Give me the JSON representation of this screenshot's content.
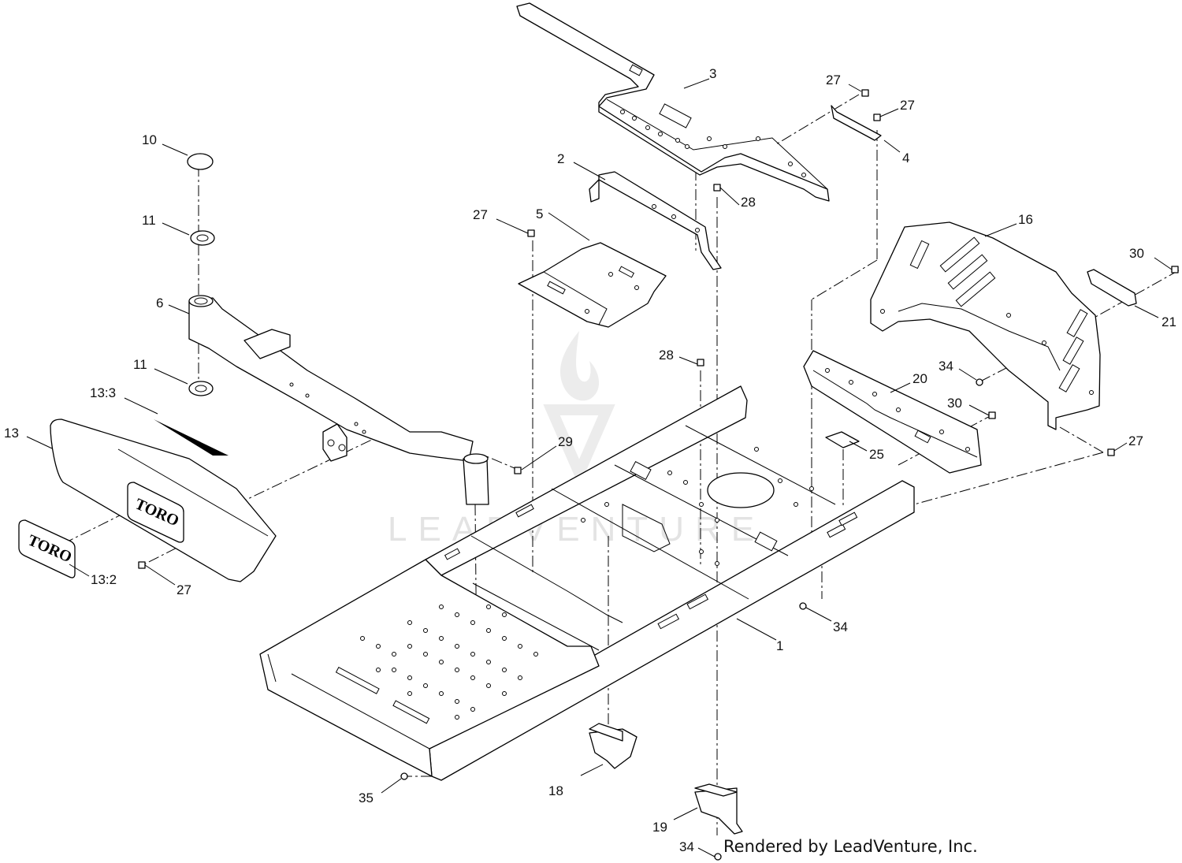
{
  "watermark": {
    "text": "LEADVENTURE"
  },
  "credit": "Rendered by LeadVenture, Inc.",
  "logo_text": "TORO",
  "callouts": [
    {
      "id": "c1",
      "label": "1"
    },
    {
      "id": "c2",
      "label": "2"
    },
    {
      "id": "c3",
      "label": "3"
    },
    {
      "id": "c4",
      "label": "4"
    },
    {
      "id": "c5",
      "label": "5"
    },
    {
      "id": "c6",
      "label": "6"
    },
    {
      "id": "c10",
      "label": "10"
    },
    {
      "id": "c11a",
      "label": "11"
    },
    {
      "id": "c11b",
      "label": "11"
    },
    {
      "id": "c13",
      "label": "13"
    },
    {
      "id": "c13_2",
      "label": "13:2"
    },
    {
      "id": "c13_3",
      "label": "13:3"
    },
    {
      "id": "c16",
      "label": "16"
    },
    {
      "id": "c18",
      "label": "18"
    },
    {
      "id": "c19",
      "label": "19"
    },
    {
      "id": "c20",
      "label": "20"
    },
    {
      "id": "c21",
      "label": "21"
    },
    {
      "id": "c25",
      "label": "25"
    },
    {
      "id": "c27a",
      "label": "27"
    },
    {
      "id": "c27b",
      "label": "27"
    },
    {
      "id": "c27c",
      "label": "27"
    },
    {
      "id": "c27d",
      "label": "27"
    },
    {
      "id": "c27e",
      "label": "27"
    },
    {
      "id": "c28a",
      "label": "28"
    },
    {
      "id": "c28b",
      "label": "28"
    },
    {
      "id": "c29",
      "label": "29"
    },
    {
      "id": "c30a",
      "label": "30"
    },
    {
      "id": "c30b",
      "label": "30"
    },
    {
      "id": "c34a",
      "label": "34"
    },
    {
      "id": "c34b",
      "label": "34"
    },
    {
      "id": "c34c",
      "label": "34"
    },
    {
      "id": "c35",
      "label": "35"
    }
  ]
}
